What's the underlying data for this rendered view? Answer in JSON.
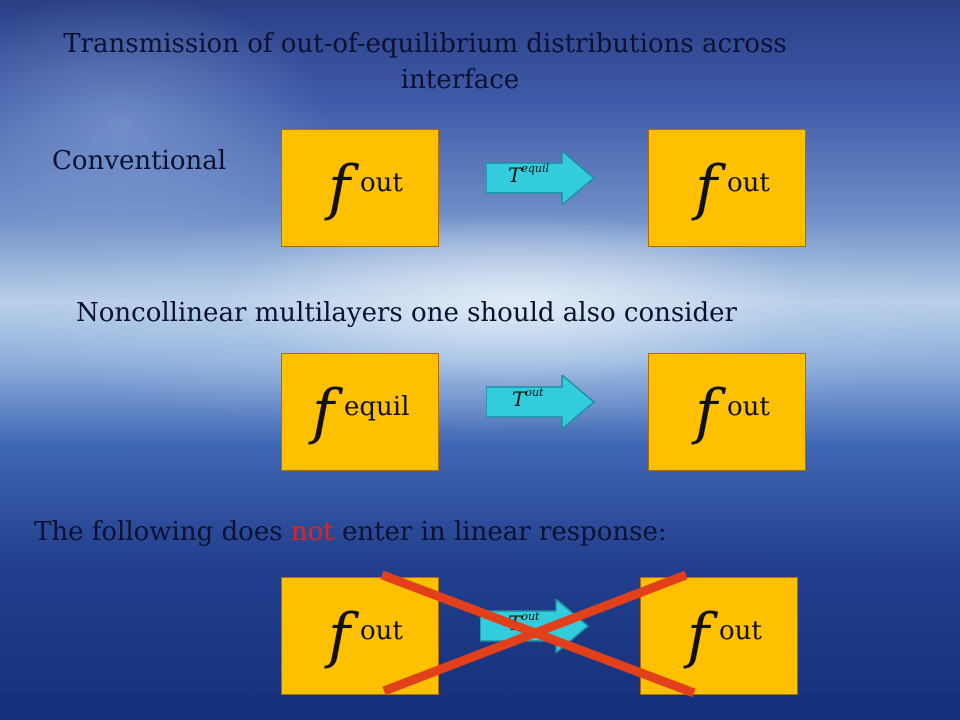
{
  "title": {
    "line1": "Transmission of out-of-equilibrium distributions across",
    "line2": "interface"
  },
  "sections": {
    "conventional": "Conventional",
    "noncollinear": "Noncollinear multilayers one should also consider",
    "following_pre": "The following does ",
    "following_not": "not",
    "following_post": " enter in linear response:"
  },
  "rows": [
    {
      "left": {
        "f": "f",
        "sub": "out"
      },
      "right": {
        "f": "f",
        "sub": "out"
      },
      "arrow": {
        "T": "T",
        "sup": "equil"
      }
    },
    {
      "left": {
        "f": "f",
        "sub": "equil"
      },
      "right": {
        "f": "f",
        "sub": "out"
      },
      "arrow": {
        "T": "T",
        "sup": "out"
      }
    },
    {
      "left": {
        "f": "f",
        "sub": "out"
      },
      "right": {
        "f": "f",
        "sub": "out"
      },
      "arrow": {
        "T": "T",
        "sup": "out"
      }
    }
  ],
  "colors": {
    "box_fill": "#ffc000",
    "arrow_fill": "#33ccdd",
    "cross": "#e2401b",
    "not_text": "#e2241b"
  },
  "icons": [
    "right-arrow-icon",
    "cross-out-icon"
  ]
}
